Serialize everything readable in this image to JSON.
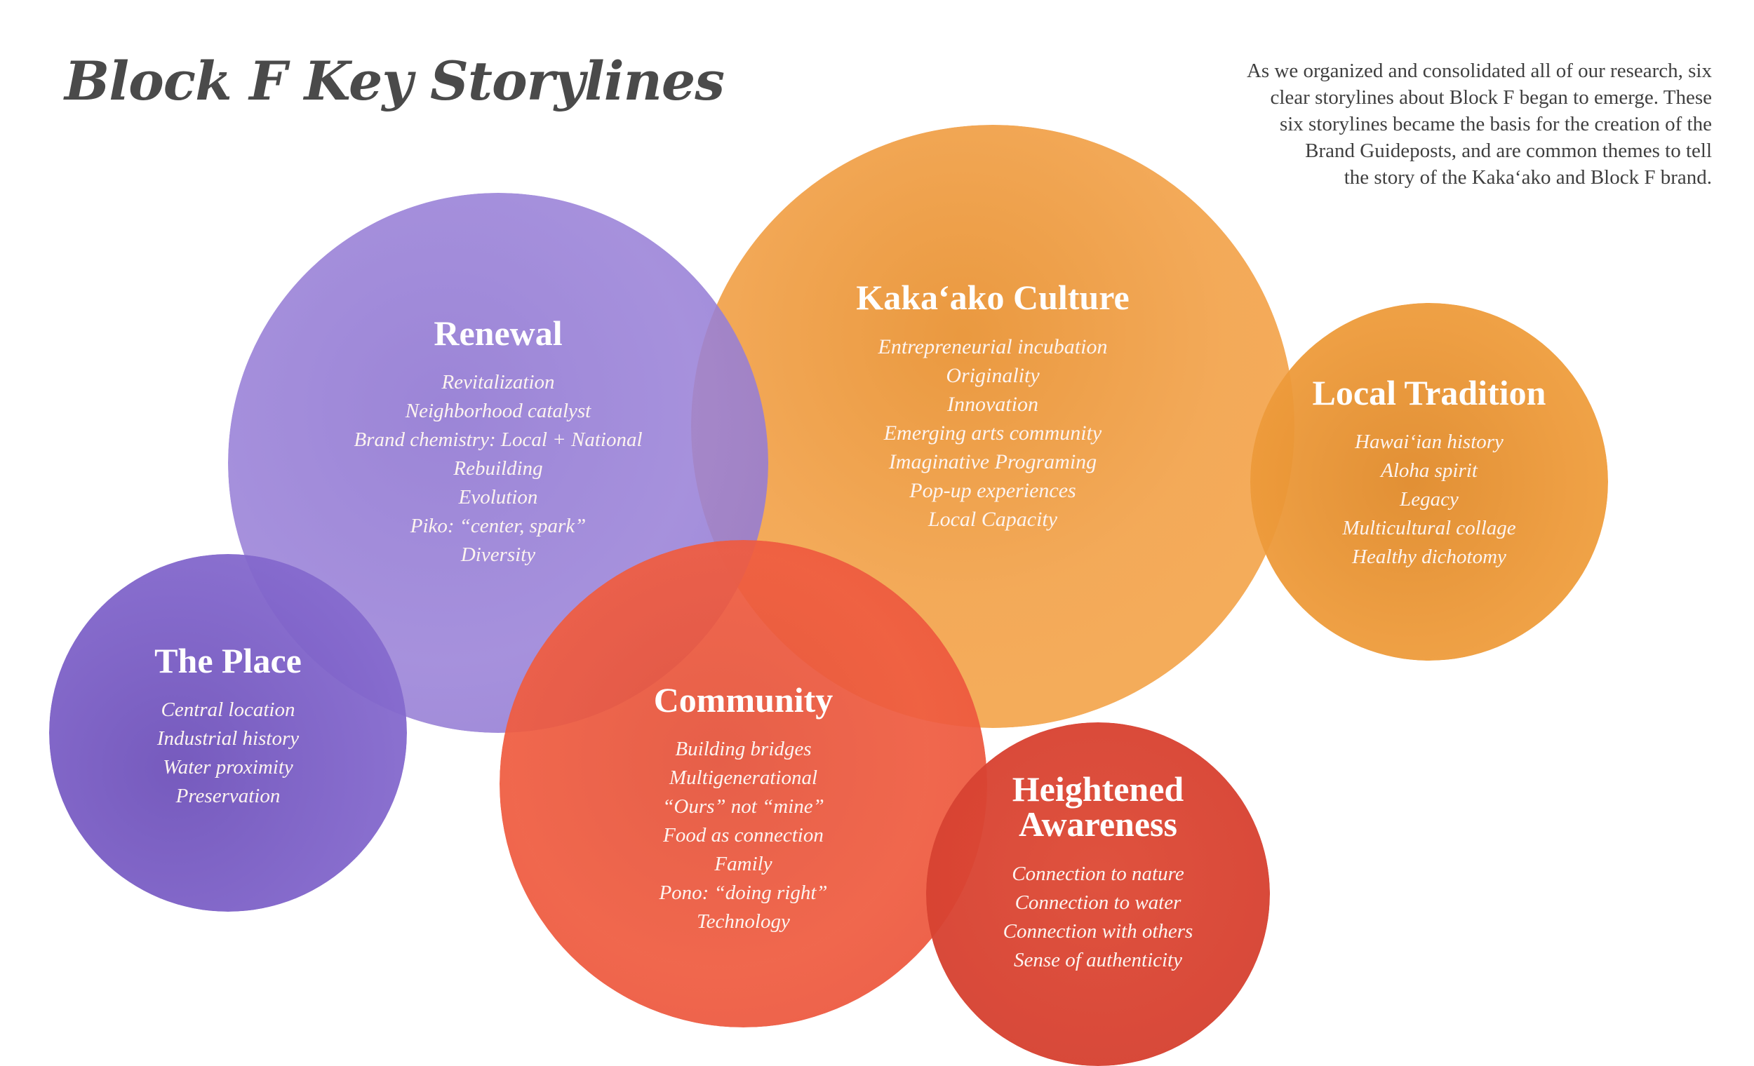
{
  "page": {
    "title": "Block F Key Storylines",
    "intro_lines": [
      "As we organized and consolidated all of our research, six",
      "clear storylines about Block F began to emerge. These",
      "six storylines became the basis for the creation of the",
      "Brand Guideposts, and are common themes to tell",
      "the story of the Kaka‘ako and Block F brand."
    ]
  },
  "colors": {
    "purple": "#8e74d1",
    "orange": "#f2a24a",
    "red": "#ea523b",
    "title_gray": "#4a4a4a"
  },
  "storylines": {
    "place": {
      "title": "The Place",
      "items": [
        "Central location",
        "Industrial history",
        "Water proximity",
        "Preservation"
      ]
    },
    "renewal": {
      "title": "Renewal",
      "items": [
        "Revitalization",
        "Neighborhood catalyst",
        "Brand chemistry: Local + National",
        "Rebuilding",
        "Evolution",
        "Piko: “center, spark”",
        "Diversity"
      ]
    },
    "kakaako": {
      "title": "Kaka‘ako Culture",
      "items": [
        "Entrepreneurial incubation",
        "Originality",
        "Innovation",
        "Emerging arts community",
        "Imaginative Programing",
        "Pop-up experiences",
        "Local Capacity"
      ]
    },
    "local": {
      "title": "Local Tradition",
      "items": [
        "Hawai‘ian history",
        "Aloha spirit",
        "Legacy",
        "Multicultural collage",
        "Healthy dichotomy"
      ]
    },
    "community": {
      "title": "Community",
      "items": [
        "Building bridges",
        "Multigenerational",
        "“Ours” not “mine”",
        "Food as connection",
        "Family",
        "Pono: “doing right”",
        "Technology"
      ]
    },
    "heightened": {
      "title_lines": [
        "Heightened",
        "Awareness"
      ],
      "items": [
        "Connection to nature",
        "Connection to water",
        "Connection with others",
        "Sense of authenticity"
      ]
    }
  }
}
